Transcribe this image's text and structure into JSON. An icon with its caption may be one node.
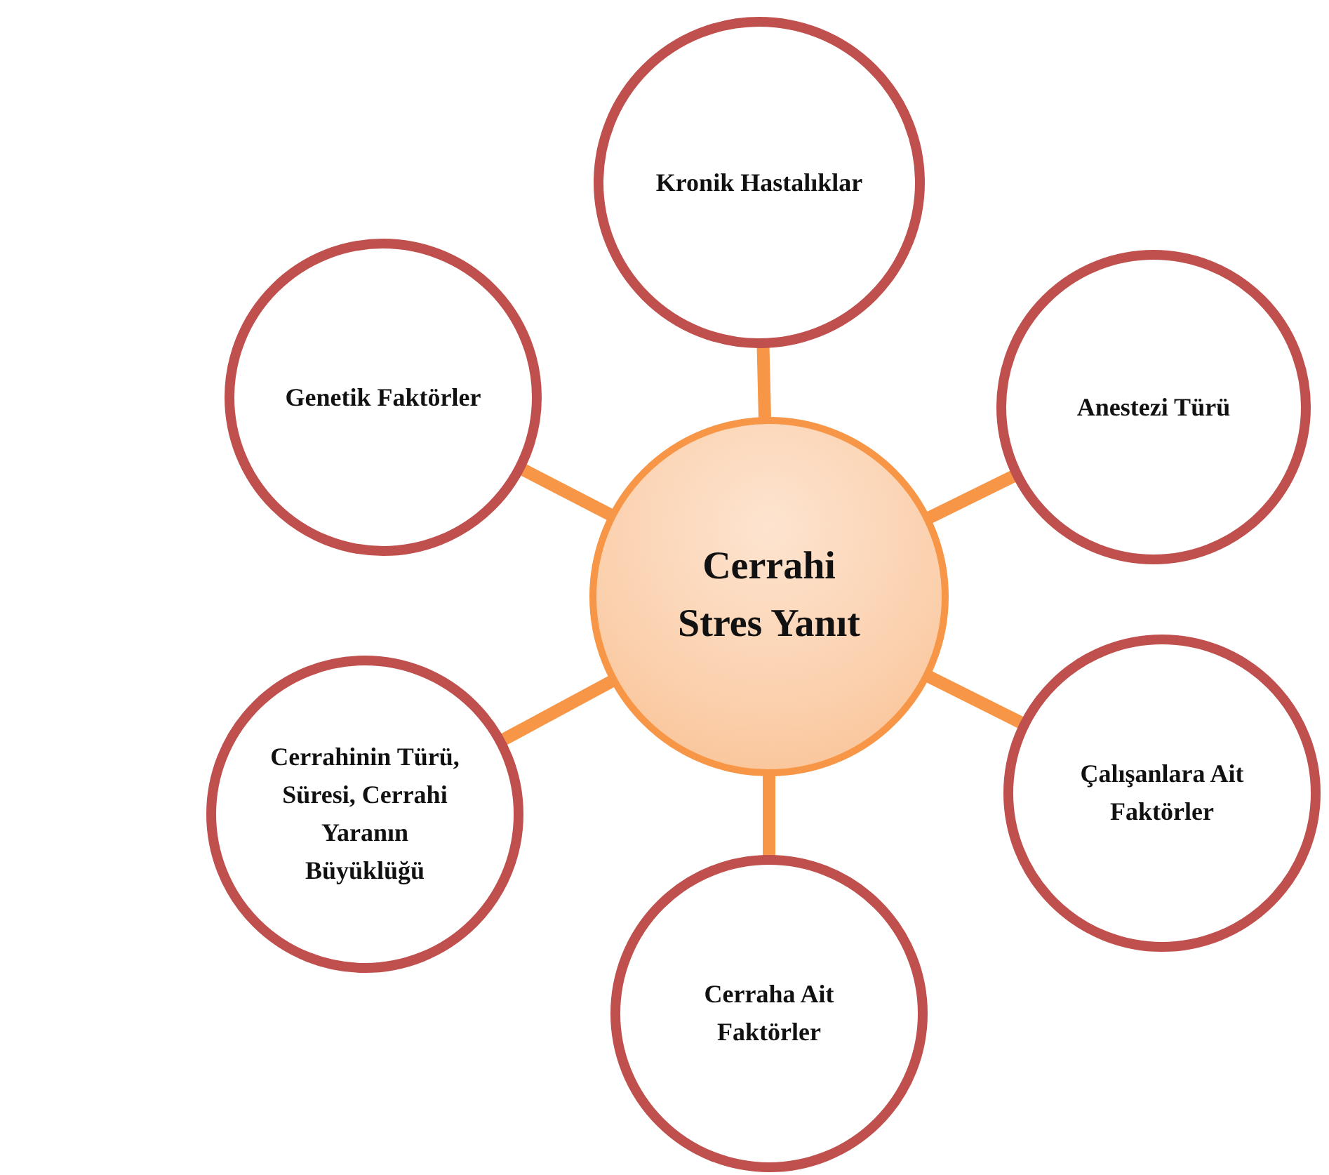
{
  "diagram": {
    "nodes": [
      {
        "text": [
          "Kronik Hastalıklar"
        ]
      },
      {
        "text": [
          "Genetik Faktörler"
        ]
      },
      {
        "text": [
          "Anestezi Türü"
        ]
      },
      {
        "text": [
          "Cerrahi Stres Yanıt"
        ]
      },
      {
        "text": [
          "Cerrahinin Türü, Süresi, Cerrahi Yaranın Büyüklüğü"
        ]
      },
      {
        "text": [
          "Çalışanlara Ait Faktörler"
        ]
      },
      {
        "text": [
          "Cerraha Ait Faktörler"
        ]
      }
    ],
    "edges": [
      {
        "from": 3,
        "to": 0,
        "arrow": "none"
      },
      {
        "from": 3,
        "to": 1,
        "arrow": "none"
      },
      {
        "from": 3,
        "to": 2,
        "arrow": "none"
      },
      {
        "from": 3,
        "to": 4,
        "arrow": "none"
      },
      {
        "from": 3,
        "to": 5,
        "arrow": "none"
      },
      {
        "from": 3,
        "to": 6,
        "arrow": "none"
      }
    ]
  }
}
